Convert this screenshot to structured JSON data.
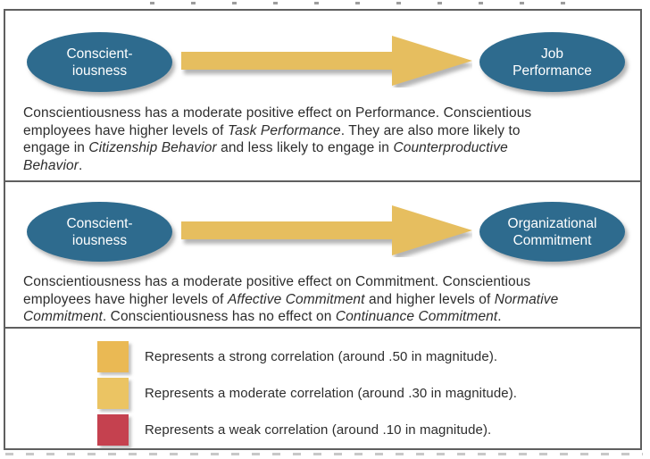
{
  "figure": {
    "colors": {
      "node_fill": "#2e6b8e",
      "arrow_fill": "#e6be5f",
      "border_gray": "#5f5f5f",
      "strong_swatch": "#eab954",
      "moderate_swatch": "#ebc463",
      "weak_swatch": "#c5414f"
    },
    "panels": [
      {
        "id": "performance",
        "from_label": "Conscient-\niousness",
        "to_label": "Job\nPerformance",
        "arrow_meaning": "moderate positive correlation",
        "description_runs": [
          {
            "text": "Conscientiousness has a moderate positive effect on Performance. Conscientious"
          },
          {
            "break": true
          },
          {
            "text": "employees have higher levels of "
          },
          {
            "text": "Task Performance",
            "italic": true
          },
          {
            "text": ". They are also more likely to"
          },
          {
            "break": true
          },
          {
            "text": "engage in "
          },
          {
            "text": "Citizenship Behavior",
            "italic": true
          },
          {
            "text": " and less likely to engage in "
          },
          {
            "text": "Counterproductive",
            "italic": true
          },
          {
            "break": true
          },
          {
            "text": "Behavior",
            "italic": true
          },
          {
            "text": "."
          }
        ]
      },
      {
        "id": "commitment",
        "from_label": "Conscient-\niousness",
        "to_label": "Organizational\nCommitment",
        "arrow_meaning": "moderate positive correlation",
        "description_runs": [
          {
            "text": "Conscientiousness has a moderate positive effect on Commitment. Conscientious"
          },
          {
            "break": true
          },
          {
            "text": "employees have higher levels of "
          },
          {
            "text": "Affective Commitment",
            "italic": true
          },
          {
            "text": " and higher levels of "
          },
          {
            "text": "Normative",
            "italic": true
          },
          {
            "break": true
          },
          {
            "text": "Commitment",
            "italic": true
          },
          {
            "text": ". Conscientiousness has no effect on "
          },
          {
            "text": "Continuance Commitment",
            "italic": true
          },
          {
            "text": "."
          }
        ]
      }
    ],
    "legend": {
      "items": [
        {
          "swatch_color": "#eab954",
          "label": "Represents a strong correlation (around .50 in magnitude)."
        },
        {
          "swatch_color": "#ebc463",
          "label": "Represents a moderate correlation (around .30 in magnitude)."
        },
        {
          "swatch_color": "#c5414f",
          "label": "Represents a weak correlation (around .10 in magnitude)."
        }
      ]
    }
  }
}
